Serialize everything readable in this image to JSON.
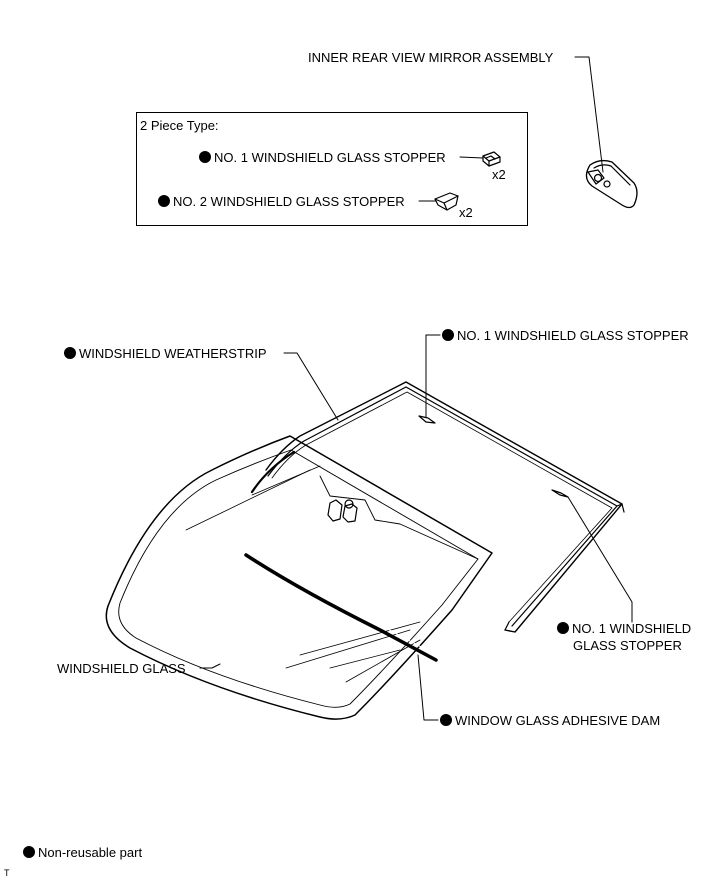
{
  "labels": {
    "mirror": "INNER REAR VIEW MIRROR ASSEMBLY",
    "piece_type": "2 Piece Type:",
    "stopper1_box": "NO. 1 WINDSHIELD GLASS STOPPER",
    "stopper2_box": "NO. 2 WINDSHIELD GLASS STOPPER",
    "qty1": "x2",
    "qty2": "x2",
    "stopper1_top": "NO. 1 WINDSHIELD GLASS STOPPER",
    "weatherstrip": "WINDSHIELD WEATHERSTRIP",
    "stopper1_right_line1": "NO. 1 WINDSHIELD",
    "stopper1_right_line2": "GLASS STOPPER",
    "glass": "WINDSHIELD GLASS",
    "dam": "WINDOW GLASS ADHESIVE DAM",
    "legend": "Non-reusable part",
    "figure_id": "T"
  },
  "icons": {
    "non_reusable": "filled-circle"
  }
}
